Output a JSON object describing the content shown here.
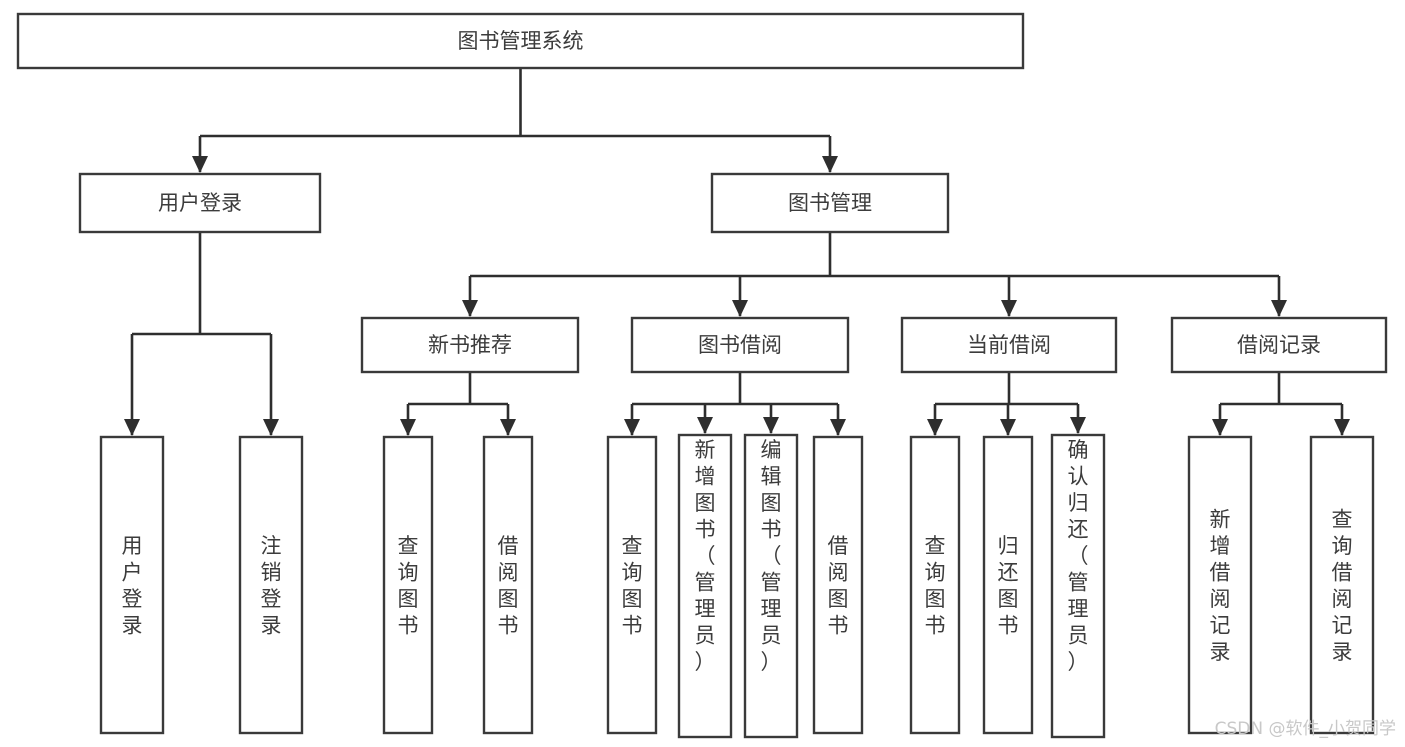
{
  "diagram": {
    "title": "图书管理系统",
    "type": "hierarchy-tree",
    "watermark": "CSDN @软件_小贺同学",
    "colors": {
      "box_stroke": "#3a3a3a",
      "box_fill": "#ffffff",
      "link": "#2e2e2e",
      "text": "#3c3c3c",
      "watermark": "#c8c8c8",
      "background": "#ffffff"
    },
    "levels": {
      "root": {
        "label": "图书管理系统"
      },
      "level2": [
        {
          "label": "用户登录"
        },
        {
          "label": "图书管理"
        }
      ],
      "level3": [
        {
          "label": "新书推荐"
        },
        {
          "label": "图书借阅"
        },
        {
          "label": "当前借阅"
        },
        {
          "label": "借阅记录"
        }
      ],
      "leaves": [
        {
          "label": "用户登录",
          "parent": "用户登录"
        },
        {
          "label": "注销登录",
          "parent": "用户登录"
        },
        {
          "label": "查询图书",
          "parent": "新书推荐"
        },
        {
          "label": "借阅图书",
          "parent": "新书推荐"
        },
        {
          "label": "查询图书",
          "parent": "图书借阅"
        },
        {
          "label": "新增图书（管理员）",
          "parent": "图书借阅"
        },
        {
          "label": "编辑图书（管理员）",
          "parent": "图书借阅"
        },
        {
          "label": "借阅图书",
          "parent": "图书借阅"
        },
        {
          "label": "查询图书",
          "parent": "当前借阅"
        },
        {
          "label": "归还图书",
          "parent": "当前借阅"
        },
        {
          "label": "确认归还（管理员）",
          "parent": "当前借阅"
        },
        {
          "label": "新增借阅记录",
          "parent": "借阅记录"
        },
        {
          "label": "查询借阅记录",
          "parent": "借阅记录"
        }
      ]
    }
  }
}
